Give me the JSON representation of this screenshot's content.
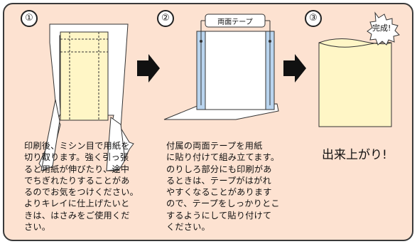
{
  "steps": [
    {
      "number": "①",
      "text": "印刷後、ミシン目で用紙を\n切り取ります。強く引っ張\nると用紙が伸びたり、途中\nでちぎれたりすることがあ\nるのでお気をつけください。\nよりキレイに仕上げたいと\nきは、はさみをご使用くだ\nさい。"
    },
    {
      "number": "②",
      "tape_label": "両面テープ",
      "text": "付属の両面テープを用紙\nに貼り付けて組み立てます。\nのりしろ部分にも印刷があ\nるときは、テープがはがれ\nやすくなることがあります\nので、テープをしっかりとこ\nするようにして貼り付けて\nください。"
    },
    {
      "number": "③",
      "burst_label": "完成!",
      "text": "出来上がり!"
    }
  ],
  "colors": {
    "panel_bg": "#fde2d1",
    "paper_yellow": "#fff6c6",
    "tape_blue": "#b9d4ee"
  }
}
